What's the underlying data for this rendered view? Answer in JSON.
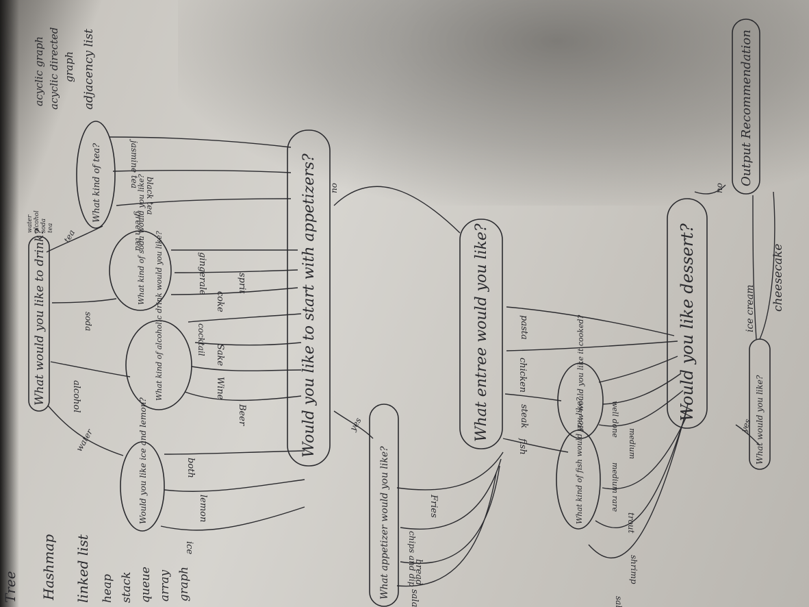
{
  "side_notes_left": [
    "Tree",
    "Hashmap",
    "linked list",
    "heap",
    "stack",
    "queue",
    "array",
    "graph"
  ],
  "side_notes_right": [
    "acyclic graph",
    "acyclic directed",
    "graph",
    "adjacency list"
  ],
  "drink_options_note": [
    "water",
    "alcohol",
    "soda",
    "tea"
  ],
  "nodes": {
    "drink": "What would you like to drink?",
    "water_q": "Would you like ice and lemon?",
    "alcohol_q": "What kind of alcoholic drink would you like?",
    "soda_q": "What kind of soda would you like?",
    "tea_q": "What kind of tea?",
    "appetizer_start": "Would you like to start with appetizers?",
    "appetizer_q": "What appetizer would you like?",
    "entree_q": "What entree would you like?",
    "steak_q": "How would you like it cooked?",
    "fish_q": "What kind of fish would you like?",
    "dessert_q": "Would you like dessert?",
    "dessert_kind": "What would you like?",
    "output": "Output Recommendation"
  },
  "edges": {
    "water": "water",
    "alcohol": "alcohol",
    "soda": "soda",
    "tea": "tea",
    "ice": "ice",
    "lemon": "lemon",
    "both": "both",
    "beer": "Beer",
    "wine": "Wine",
    "sake": "Sake",
    "cocktail": "cocktail",
    "coke": "coke",
    "sprit": "sprit",
    "gingerale": "gingerale",
    "green_tea": "green tea",
    "black_tea": "black tea",
    "jasmine_tea": "jasmine tea",
    "appetizer_yes": "yes",
    "appetizer_no": "no",
    "salad": "salad",
    "bread": "bread",
    "chips_dip": "chips and dip",
    "fries": "Fries",
    "fish": "fish",
    "steak": "steak",
    "chicken": "chicken",
    "pasta": "pasta",
    "well_done": "well done",
    "medium": "medium",
    "medium_rare": "medium rare",
    "salmon": "salmon",
    "shrimp": "shrimp",
    "trout": "trout",
    "dessert_yes": "yes",
    "dessert_no": "no",
    "ice_cream": "ice cream",
    "cheesecake": "cheesecake"
  },
  "colors": {
    "paper": "#d6d4cf",
    "ink": "#2a2a2e",
    "background": "#5c5a57"
  }
}
